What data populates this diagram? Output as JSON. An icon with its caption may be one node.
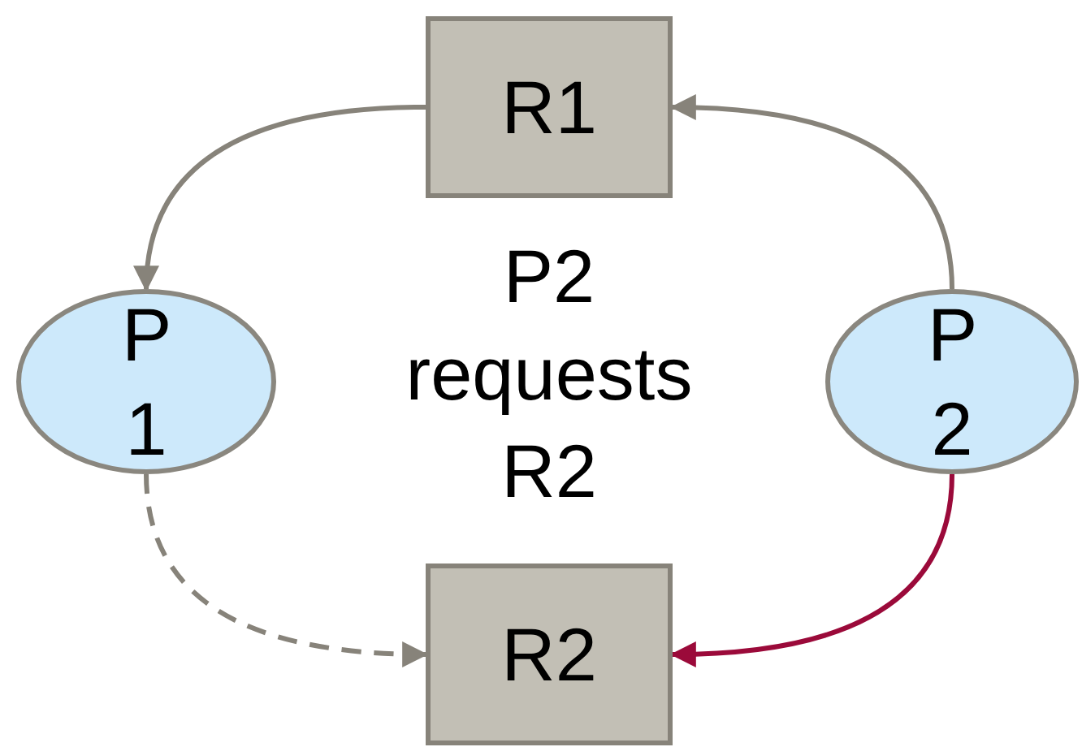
{
  "diagram": {
    "nodes": [
      {
        "text": [
          "R1"
        ]
      },
      {
        "text": [
          "P1"
        ]
      },
      {
        "text": [
          "P2"
        ]
      },
      {
        "text": [
          "R2"
        ]
      }
    ],
    "edges": [
      {
        "from": 0,
        "to": 1,
        "arrow": "to"
      },
      {
        "from": 2,
        "to": 0,
        "arrow": "to"
      },
      {
        "from": 1,
        "to": 3,
        "arrow": "to",
        "style": "dashed"
      },
      {
        "from": 2,
        "to": 3,
        "arrow": "to",
        "color": "#9b0a3a"
      }
    ],
    "labels": [
      "P2 requests R2"
    ]
  }
}
